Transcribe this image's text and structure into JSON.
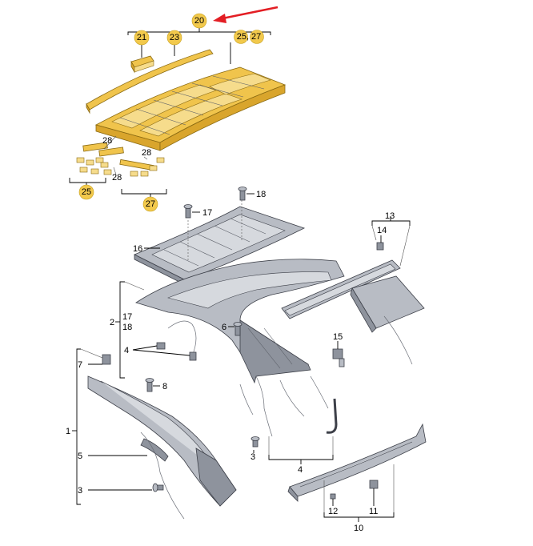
{
  "colors": {
    "badge": "#f2c94c",
    "arrow": "#e31e24",
    "highlighted_part": "#f0c44c",
    "standard_part": "#b8bcc4"
  },
  "badges": {
    "b20": "20",
    "b21": "21",
    "b23": "23",
    "b25_27": "25, 27",
    "b25": "25",
    "b27": "27"
  },
  "labels": {
    "l28a": "28",
    "l28b": "28",
    "l28c": "28",
    "l18a": "18",
    "l17a": "17",
    "l16": "16",
    "l13": "13",
    "l14": "14",
    "l2": "2",
    "l17b": "17",
    "l18b": "18",
    "l6": "6",
    "l4a": "4",
    "l15": "15",
    "l7": "7",
    "l8": "8",
    "l1": "1",
    "l5": "5",
    "l3a": "3",
    "l3b": "3",
    "l4b": "4",
    "l12": "12",
    "l11": "11",
    "l10": "10"
  },
  "icons": {
    "pointer": "red-arrow-icon",
    "highlighted_assembly": "roof-frame-yellow",
    "screw": "screw-icon",
    "clip": "clip-icon"
  }
}
